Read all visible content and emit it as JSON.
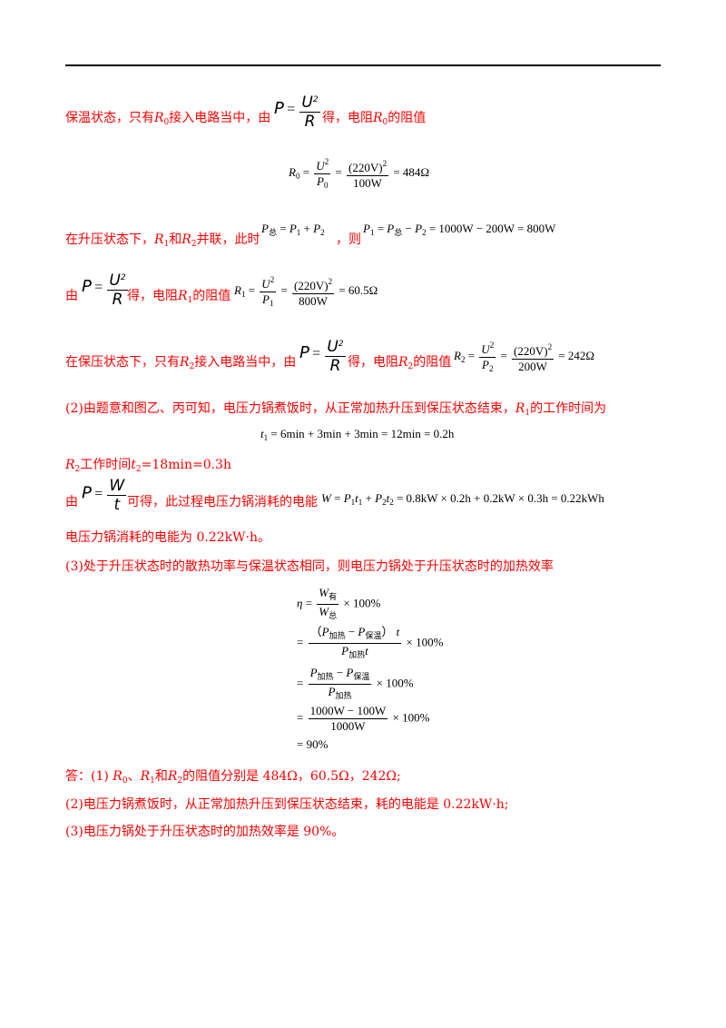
{
  "lines": {
    "l1a": "保温状态，只有",
    "l1b": "接入电路当中，由",
    "l1c": "得，电阻",
    "l1d": "的阻值",
    "l3a": "在升压状态下，",
    "l3b": "和",
    "l3c": "并联，此时",
    "l3d": "，则",
    "l4a": "由",
    "l4b": "得，电阻",
    "l4c": "的阻值",
    "l5a": "在保压状态下，只有",
    "l5b": "接入电路当中，由",
    "l5c": "得，电阻",
    "l5d": "的阻值",
    "l6": "(2)由题意和图乙、丙可知，电压力锅煮饭时，从正常加热升压到保压状态结束，",
    "l6b": "的工作时间为",
    "l8a": "工作时间",
    "l8b": "=18min=0.3h",
    "l9a": "由",
    "l9b": "可得，此过程电压力锅消耗的电能",
    "l10": "电压力锅消耗的电能为 0.22kW·h。",
    "l11": "(3)处于升压状态时的散热功率与保温状态相同，则电压力锅处于升压状态时的加热效率",
    "ans1a": "答：(1)",
    "ans1b": "和",
    "ans1c": "的阻值分别是 484Ω，60.5Ω，242Ω;",
    "ans2": "(2)电压力锅煮饭时，从正常加热升压到保压状态结束，耗的电能是 0.22kW·h;",
    "ans3": "(3)电压力锅处于升压状态时的加热效率是 90%。"
  },
  "math": {
    "R0": "R",
    "R0sub": "0",
    "R1": "R",
    "R1sub": "1",
    "R2": "R",
    "R2sub": "2",
    "t2": "t",
    "t2sub": "2",
    "P": "P",
    "U": "U",
    "Rbig": "R",
    "W": "W",
    "tbig": "t",
    "eq1_val": "(220V)",
    "eq1_den": "100W",
    "eq1_res": "= 484Ω",
    "eq3_pz": "P",
    "eq3_zong": "总",
    "eq3_rhs": "= P",
    "eq3_part2": "1000W − 200W = 800W",
    "eq4_den": "800W",
    "eq4_res": "= 60.5Ω",
    "eq5_den": "200W",
    "eq5_res": "= 242Ω",
    "eq7": "= 6min + 3min + 3min = 12min = 0.2h",
    "eq9": "= 0.8kW × 0.2h + 0.2kW × 0.3h = 0.22kWh",
    "eta1": "× 100%",
    "eta_you": "有",
    "eta_zong": "总",
    "eta2_num": "（P",
    "eta2_s1": "加热",
    "eta2_mid": " − P",
    "eta2_s2": "保温",
    "eta2_end": "） t",
    "eta2_den_s": "加热",
    "eta4_num": "1000W − 100W",
    "eta4_den": "1000W",
    "eta5": "= 90%"
  }
}
